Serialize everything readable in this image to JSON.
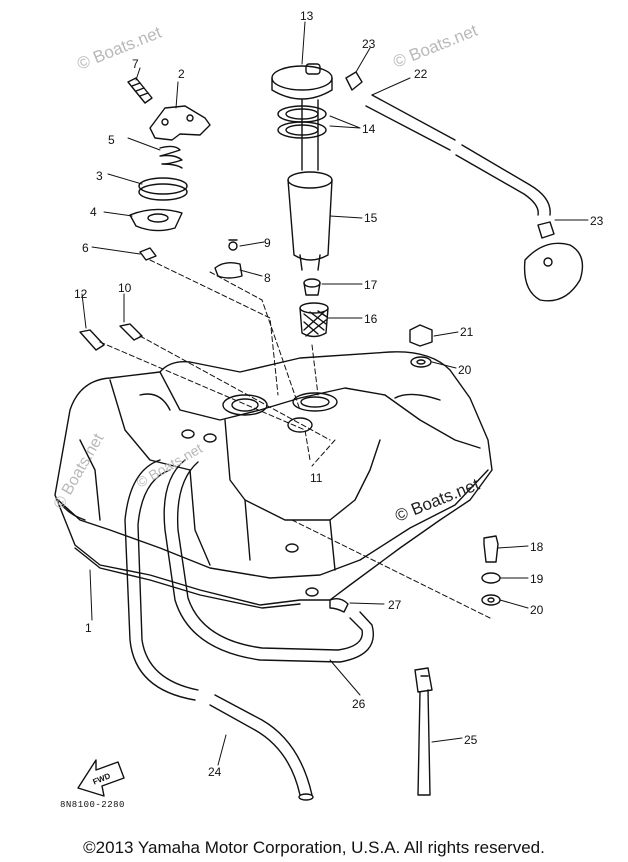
{
  "watermarks": [
    "© Boats.net",
    "© Boats.net",
    "© Boats.net",
    "© Boats.net",
    "© Boats.net"
  ],
  "callouts": [
    "1",
    "2",
    "3",
    "4",
    "5",
    "6",
    "7",
    "8",
    "9",
    "10",
    "11",
    "12",
    "13",
    "14",
    "15",
    "16",
    "17",
    "18",
    "19",
    "20",
    "20",
    "21",
    "22",
    "23",
    "23",
    "24",
    "25",
    "26",
    "27"
  ],
  "arrow_label": "FWD",
  "diagram_code": "8N8100-2280",
  "copyright": "©2013 Yamaha Motor Corporation, U.S.A. All rights reserved."
}
